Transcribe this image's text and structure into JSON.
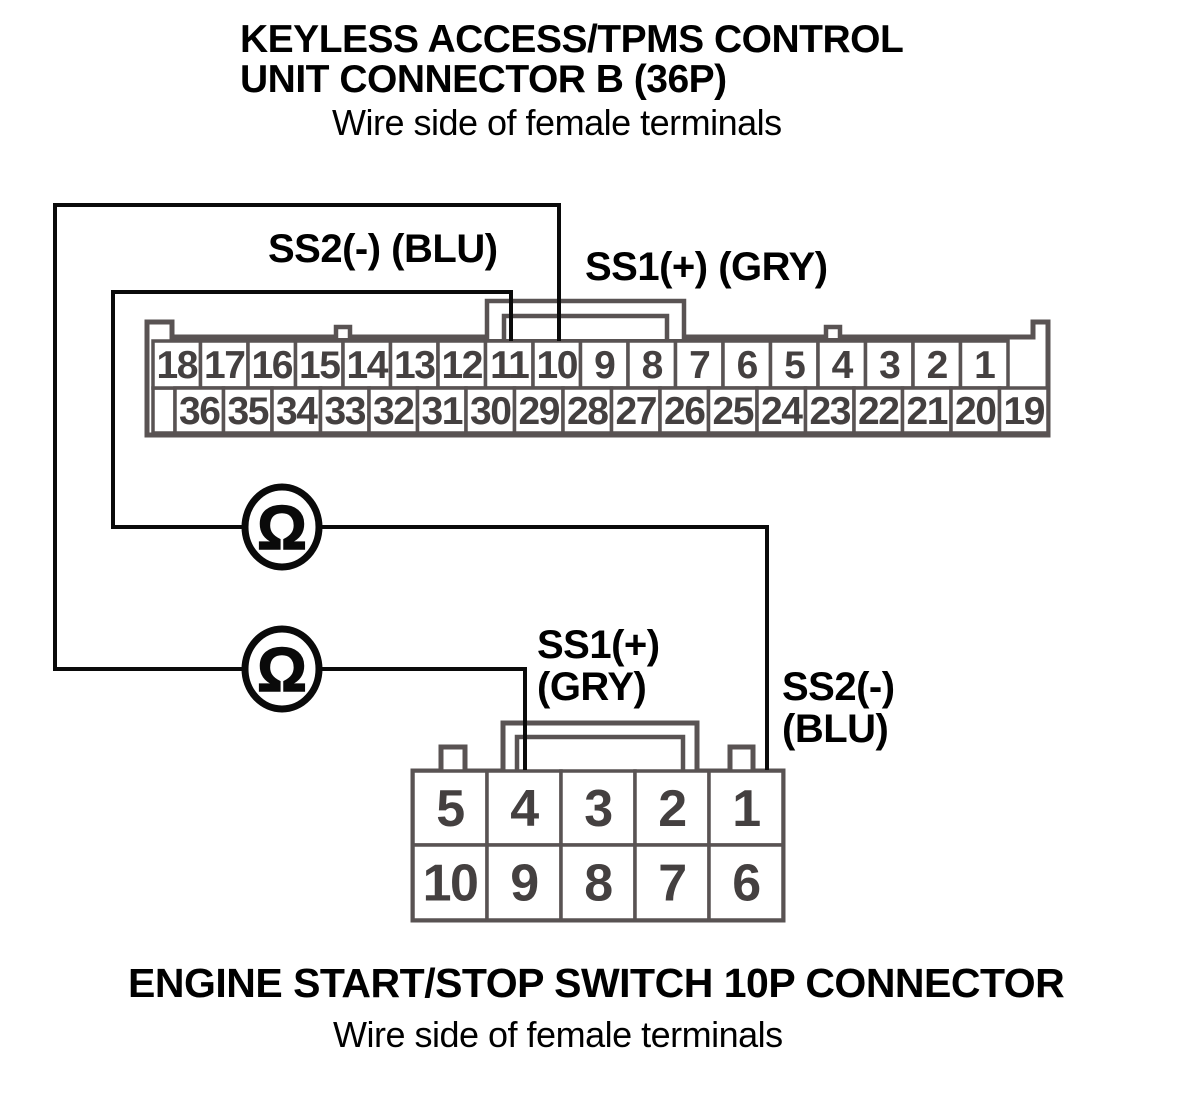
{
  "header": {
    "title_line1": "KEYLESS ACCESS/TPMS CONTROL",
    "title_line2": "UNIT CONNECTOR B (36P)",
    "subtitle": "Wire side of female terminals"
  },
  "footer": {
    "title": "ENGINE START/STOP SWITCH 10P CONNECTOR",
    "subtitle": "Wire side of female terminals"
  },
  "wire_labels": {
    "top_ss2": "SS2(-) (BLU)",
    "top_ss1": "SS1(+) (GRY)",
    "bottom_ss1_line1": "SS1(+)",
    "bottom_ss1_line2": "(GRY)",
    "bottom_ss2_line1": "SS2(-)",
    "bottom_ss2_line2": "(BLU)"
  },
  "connector_36p": {
    "title": "KEYLESS ACCESS/TPMS CONTROL UNIT CONNECTOR B (36P)",
    "row1_pins": [
      "18",
      "17",
      "16",
      "15",
      "14",
      "13",
      "12",
      "11",
      "10",
      "9",
      "8",
      "7",
      "6",
      "5",
      "4",
      "3",
      "2",
      "1"
    ],
    "row2_pins": [
      "36",
      "35",
      "34",
      "33",
      "32",
      "31",
      "30",
      "29",
      "28",
      "27",
      "26",
      "25",
      "24",
      "23",
      "22",
      "21",
      "20",
      "19"
    ]
  },
  "connector_10p": {
    "title": "ENGINE START/STOP SWITCH 10P CONNECTOR",
    "row1_pins": [
      "5",
      "4",
      "3",
      "2",
      "1"
    ],
    "row2_pins": [
      "10",
      "9",
      "8",
      "7",
      "6"
    ]
  },
  "meter": {
    "symbol": "Ω",
    "meaning": "ohmmeter"
  },
  "connections": [
    {
      "signal": "SS2(-) (BLU)",
      "from_connector": "36P",
      "from_pin": "11",
      "through": "ohmmeter",
      "to_connector": "10P",
      "to_pin": "1"
    },
    {
      "signal": "SS1(+) (GRY)",
      "from_connector": "36P",
      "from_pin": "10",
      "through": "ohmmeter",
      "to_connector": "10P",
      "to_pin": "4"
    }
  ],
  "colors": {
    "background": "#ffffff",
    "text": "#000000",
    "wire": "#0a0a0a",
    "connector_outline": "#595353",
    "pin_number": "#444040"
  }
}
